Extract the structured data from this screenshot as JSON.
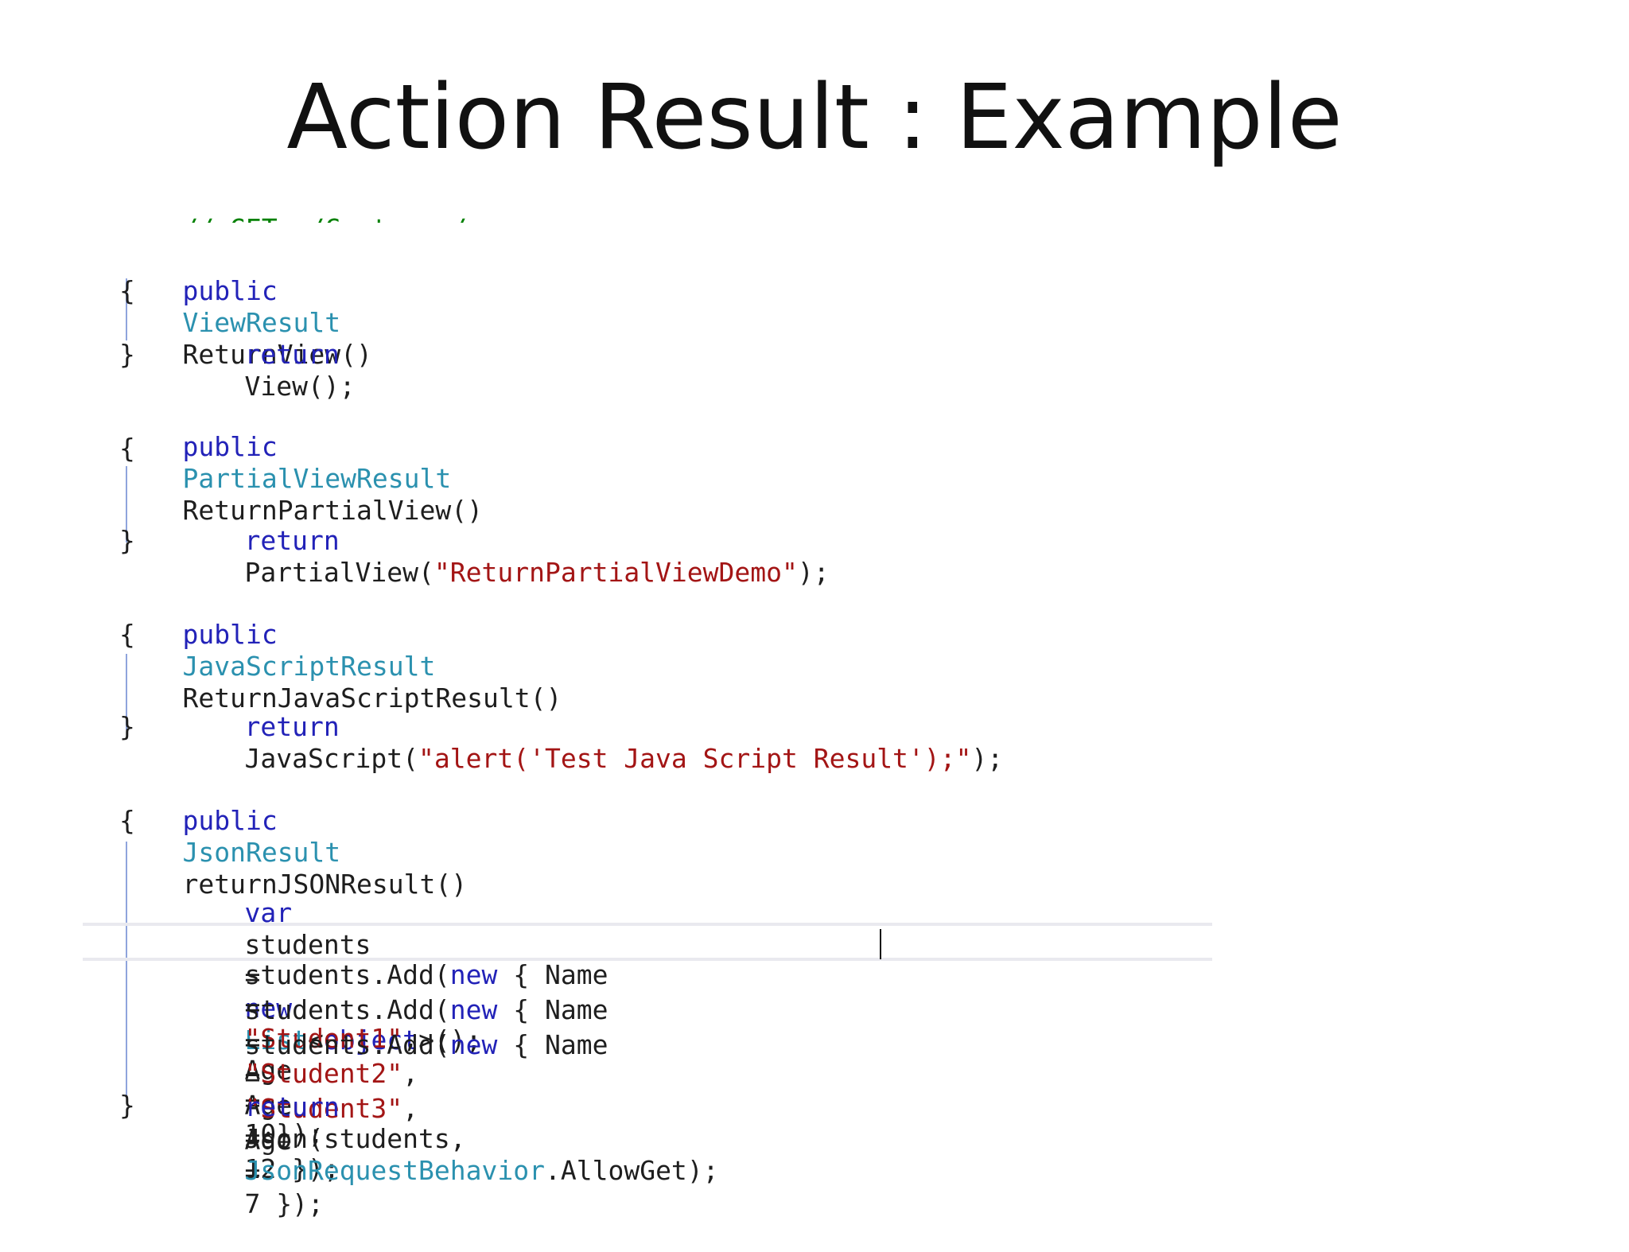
{
  "slide": {
    "title": "Action Result : Example"
  },
  "code": {
    "comment": "// GET: /Customer/",
    "keywords": {
      "public": "public",
      "return": "return",
      "var": "var",
      "new": "new",
      "object": "object"
    },
    "punctuation": {
      "open_brace": "{",
      "close_brace": "}",
      "paren_pair": "()",
      "semicolon": ";",
      "open_paren": "(",
      "close_paren_semicolon": ");",
      "quote": "\"",
      "comma": ",",
      "dot": ".",
      "lt": "<",
      "gt_paren_semicolon": ">();",
      "space_open_brace": " { ",
      "close_obj": "});",
      "space_close_obj": " });"
    },
    "view_method": {
      "return_type": "ViewResult",
      "name": "ReturnView",
      "return_call": "View();"
    },
    "partial_method": {
      "return_type": "PartialViewResult",
      "name": "ReturnPartialView",
      "return_call_prefix": "PartialView(",
      "argument": "\"ReturnPartialViewDemo\""
    },
    "javascript_method": {
      "return_type": "JavaScriptResult",
      "name": "ReturnJavaScriptResult",
      "return_call_prefix": "JavaScript(",
      "argument": "\"alert('Test Java Script Result');\""
    },
    "json_method": {
      "return_type": "JsonResult",
      "name": "returnJSONResult",
      "var_name": "students",
      "equals": "=",
      "list_type": "List",
      "students_add": "students.Add(",
      "name_field": "Name",
      "age_field": "Age",
      "student1": "\"Student1\"",
      "student2": "\"Student2\"",
      "student3": "\"Student3\"",
      "age1": "10",
      "age2": "12",
      "age3": "7",
      "return_json_prefix": "Json(students,",
      "behavior_type": "JsonRequestBehavior",
      "behavior_value": "AllowGet"
    }
  },
  "colors": {
    "keyword": "#2222b8",
    "type": "#2b91af",
    "string": "#a31515",
    "comment": "#008000",
    "text": "#1e1e1e"
  }
}
